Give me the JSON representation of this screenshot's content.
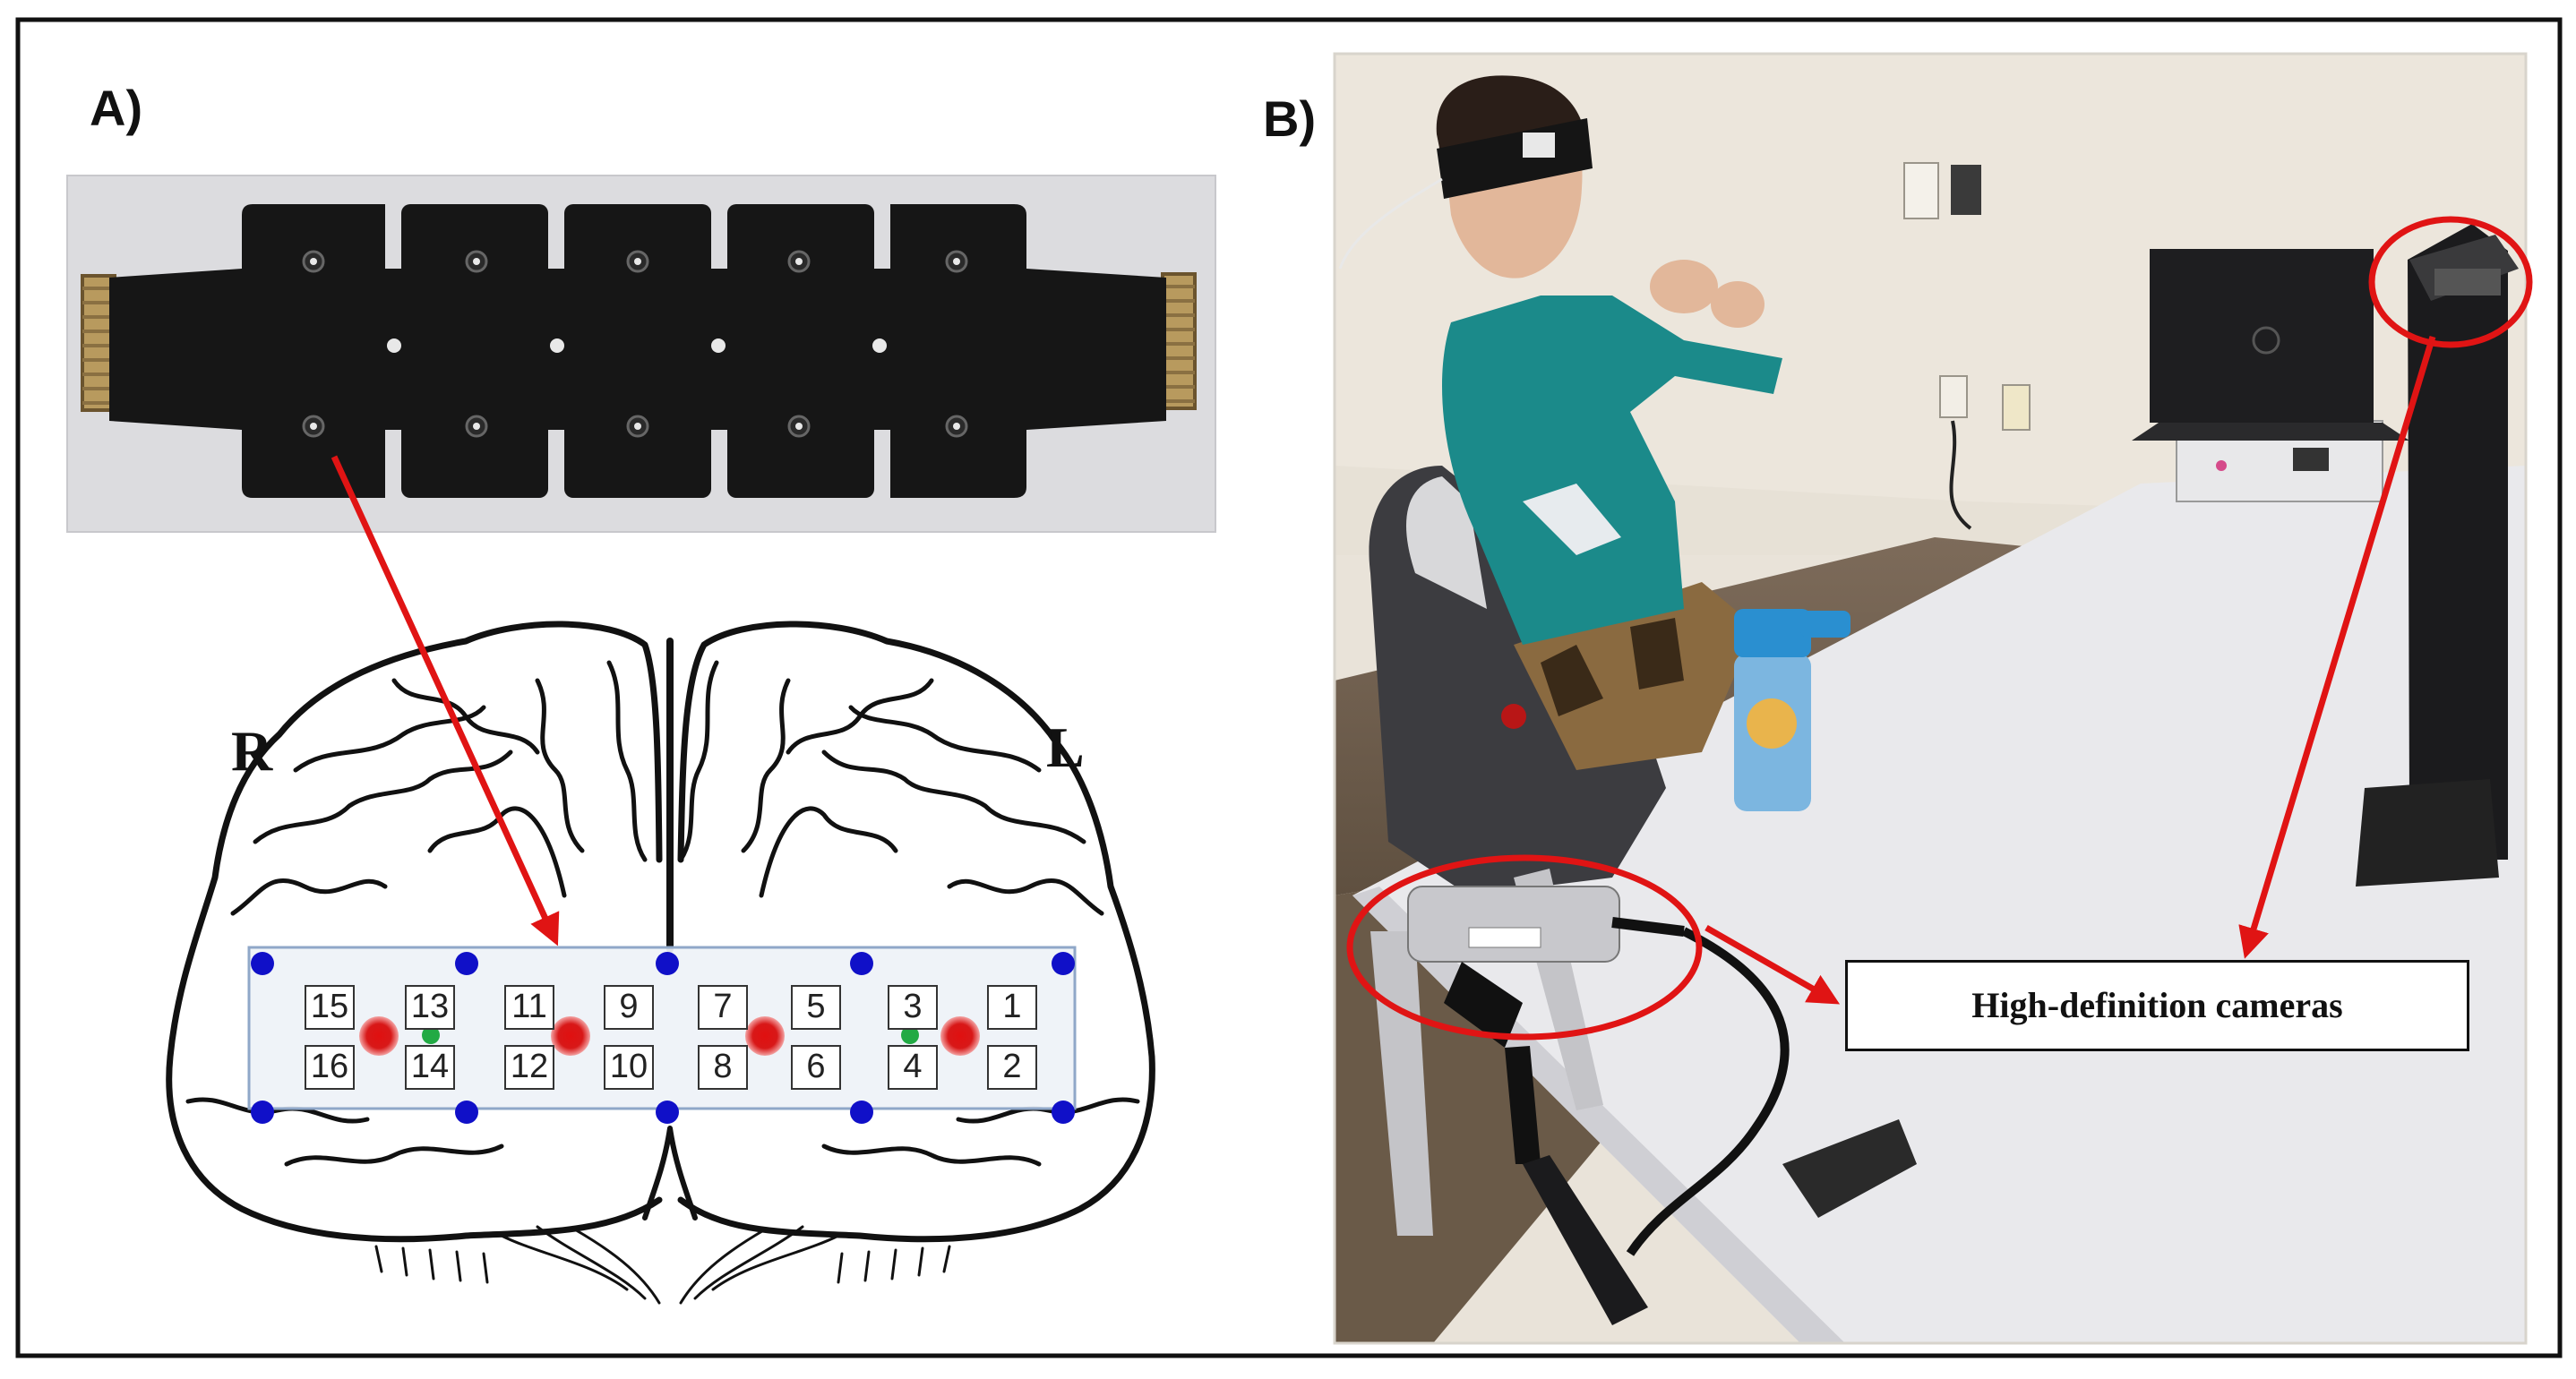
{
  "panels": {
    "a": {
      "label": "A)"
    },
    "b": {
      "label": "B)"
    }
  },
  "brain": {
    "right_label": "R",
    "left_label": "L"
  },
  "channels": [
    "1",
    "2",
    "3",
    "4",
    "5",
    "6",
    "7",
    "8",
    "9",
    "10",
    "11",
    "12",
    "13",
    "14",
    "15",
    "16"
  ],
  "callout": {
    "text": "High-definition cameras"
  },
  "colors": {
    "source": "#1010c8",
    "detector": "#d81818",
    "short_channel": "#22aa44",
    "arrow": "#e01414",
    "pad": "#161616"
  }
}
